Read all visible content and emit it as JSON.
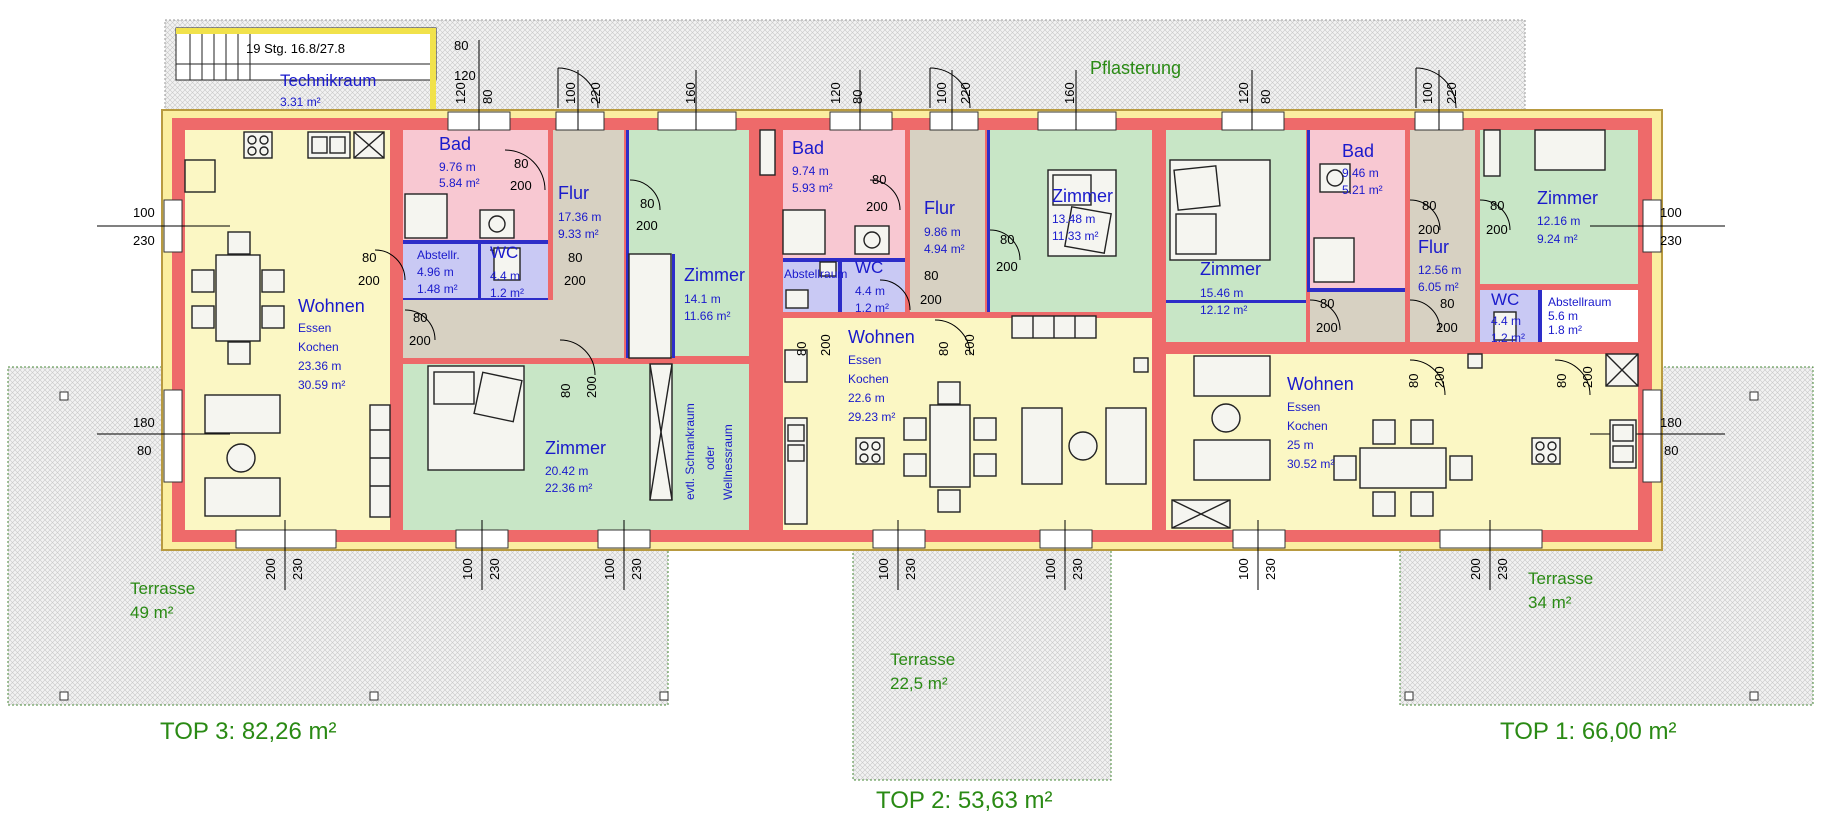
{
  "labels": {
    "top3": "TOP 3: 82,26 m²",
    "top2": "TOP 2: 53,63 m²",
    "top1": "TOP 1: 66,00 m²",
    "pflasterung": "Pflasterung"
  },
  "terraces": [
    {
      "name": "Terrasse",
      "area": "49 m²"
    },
    {
      "name": "Terrasse",
      "area": "22,5 m²"
    },
    {
      "name": "Terrasse",
      "area": "34 m²"
    }
  ],
  "technikraum": {
    "name": "Technikraum",
    "area": "3.31 m²",
    "stair": "19 Stg. 16.8/27.8"
  },
  "top3": {
    "wohnen": {
      "name": "Wohnen",
      "sub1": "Essen",
      "sub2": "Kochen",
      "perim": "23.36 m",
      "area": "30.59 m²"
    },
    "bad": {
      "name": "Bad",
      "perim": "9.76 m",
      "area": "5.84 m²"
    },
    "flur": {
      "name": "Flur",
      "perim": "17.36 m",
      "area": "9.33 m²"
    },
    "abstell": {
      "name": "Abstellr.",
      "perim": "4.96 m",
      "area": "1.48 m²"
    },
    "wc": {
      "name": "WC",
      "perim": "4.4 m",
      "area": "1.2 m²"
    },
    "zimmer1": {
      "name": "Zimmer",
      "perim": "14.1 m",
      "area": "11.66 m²"
    },
    "zimmer2": {
      "name": "Zimmer",
      "perim": "20.42 m",
      "area": "22.36 m²"
    },
    "schrank1": "evtl. Schrankraum",
    "schrank2": "oder",
    "schrank3": "Wellnessraum"
  },
  "top2": {
    "bad": {
      "name": "Bad",
      "perim": "9.74 m",
      "area": "5.93 m²"
    },
    "flur": {
      "name": "Flur",
      "perim": "9.86 m",
      "area": "4.94 m²"
    },
    "wc": {
      "name": "WC",
      "perim": "4.4 m",
      "area": "1.2 m²"
    },
    "abstell": {
      "name": "Abstellraum"
    },
    "wohnen": {
      "name": "Wohnen",
      "sub1": "Essen",
      "sub2": "Kochen",
      "perim": "22.6 m",
      "area": "29.23 m²"
    },
    "zimmer": {
      "name": "Zimmer",
      "perim": "13.48 m",
      "area": "11.33 m²"
    }
  },
  "top1": {
    "zimmer1": {
      "name": "Zimmer",
      "perim": "15.46 m",
      "area": "12.12 m²"
    },
    "bad": {
      "name": "Bad",
      "perim": "9.46 m",
      "area": "5.21 m²"
    },
    "flur": {
      "name": "Flur",
      "perim": "12.56 m",
      "area": "6.05 m²"
    },
    "zimmer2": {
      "name": "Zimmer",
      "perim": "12.16 m",
      "area": "9.24 m²"
    },
    "wc": {
      "name": "WC",
      "perim": "4.4 m",
      "area": "1.2 m²"
    },
    "abstell": {
      "name": "Abstellraum",
      "perim": "5.6 m",
      "area": "1.8 m²"
    },
    "wohnen": {
      "name": "Wohnen",
      "sub1": "Essen",
      "sub2": "Kochen",
      "perim": "25 m",
      "area": "30.52 m²"
    }
  },
  "dims": {
    "d80": "80",
    "d120": "120",
    "d100": "100",
    "d160": "160",
    "d220": "220",
    "d180": "180",
    "d200": "200",
    "d230": "230"
  }
}
